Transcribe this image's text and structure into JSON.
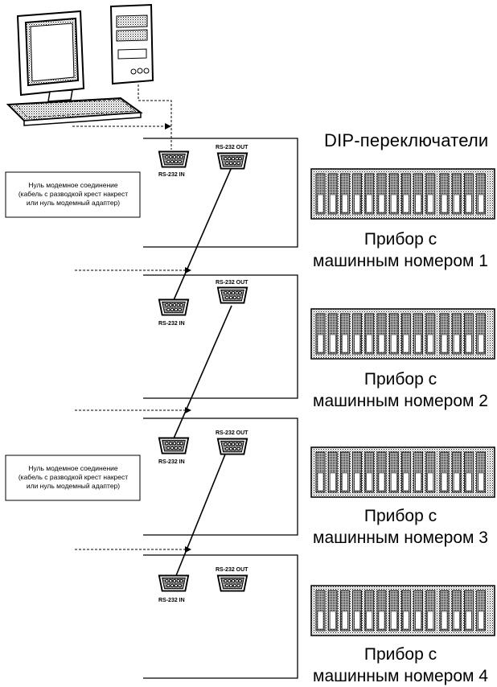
{
  "dip_title": "DIP-переключатели",
  "ports": {
    "in_label": "RS-232 IN",
    "out_label": "RS-232 OUT"
  },
  "null_modem_note": {
    "line1": "Нуль модемное соединение",
    "line2": "(кабель с разводкой крест накрест",
    "line3": "или нуль модемный адаптер)"
  },
  "units": [
    {
      "caption_line1": "Прибор с",
      "caption_line2": "машинным номером 1"
    },
    {
      "caption_line1": "Прибор с",
      "caption_line2": "машинным номером 2"
    },
    {
      "caption_line1": "Прибор с",
      "caption_line2": "машинным номером 3"
    },
    {
      "caption_line1": "Прибор с",
      "caption_line2": "машинным номером 4"
    }
  ],
  "icons": {
    "computer": "desktop-computer-icon",
    "connector": "db9-connector-icon",
    "dip": "dip-switch-icon"
  }
}
